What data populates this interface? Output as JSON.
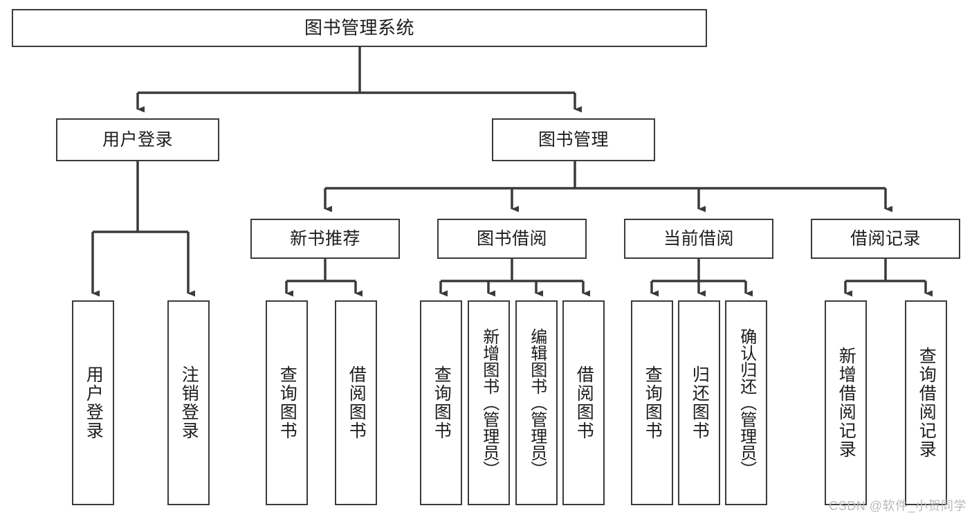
{
  "diagram": {
    "type": "tree-hierarchy-chart",
    "title": "图书管理系统",
    "root": {
      "id": "root",
      "label": "图书管理系统"
    },
    "level2": [
      {
        "id": "user-login",
        "label": "用户登录"
      },
      {
        "id": "book-management",
        "label": "图书管理"
      }
    ],
    "level3": [
      {
        "id": "new-book-recommend",
        "label": "新书推荐",
        "parent": "book-management"
      },
      {
        "id": "book-borrow",
        "label": "图书借阅",
        "parent": "book-management"
      },
      {
        "id": "current-borrow",
        "label": "当前借阅",
        "parent": "book-management"
      },
      {
        "id": "borrow-record",
        "label": "借阅记录",
        "parent": "book-management"
      }
    ],
    "leaves": [
      {
        "id": "leaf-user-login",
        "label": "用户登录",
        "parent": "user-login"
      },
      {
        "id": "leaf-user-logout",
        "label": "注销登录",
        "parent": "user-login"
      },
      {
        "id": "leaf-query-book-1",
        "label": "查询图书",
        "parent": "new-book-recommend"
      },
      {
        "id": "leaf-borrow-book-1",
        "label": "借阅图书",
        "parent": "new-book-recommend"
      },
      {
        "id": "leaf-query-book-2",
        "label": "查询图书",
        "parent": "book-borrow"
      },
      {
        "id": "leaf-add-book",
        "label": "新增图书（管理员）",
        "parent": "book-borrow"
      },
      {
        "id": "leaf-edit-book",
        "label": "编辑图书（管理员）",
        "parent": "book-borrow"
      },
      {
        "id": "leaf-borrow-book-2",
        "label": "借阅图书",
        "parent": "book-borrow"
      },
      {
        "id": "leaf-query-book-3",
        "label": "查询图书",
        "parent": "current-borrow"
      },
      {
        "id": "leaf-return-book",
        "label": "归还图书",
        "parent": "current-borrow"
      },
      {
        "id": "leaf-confirm-return",
        "label": "确认归还（管理员）",
        "parent": "current-borrow"
      },
      {
        "id": "leaf-add-record",
        "label": "新增借阅记录",
        "parent": "borrow-record"
      },
      {
        "id": "leaf-query-record",
        "label": "查询借阅记录",
        "parent": "borrow-record"
      }
    ],
    "colors": {
      "stroke": "#3a3a3a",
      "fill": "#ffffff",
      "text": "#1c1c1c",
      "watermark": "#b9b9b9"
    }
  },
  "watermark": {
    "text": "CSDN @软件_小贺同学"
  }
}
